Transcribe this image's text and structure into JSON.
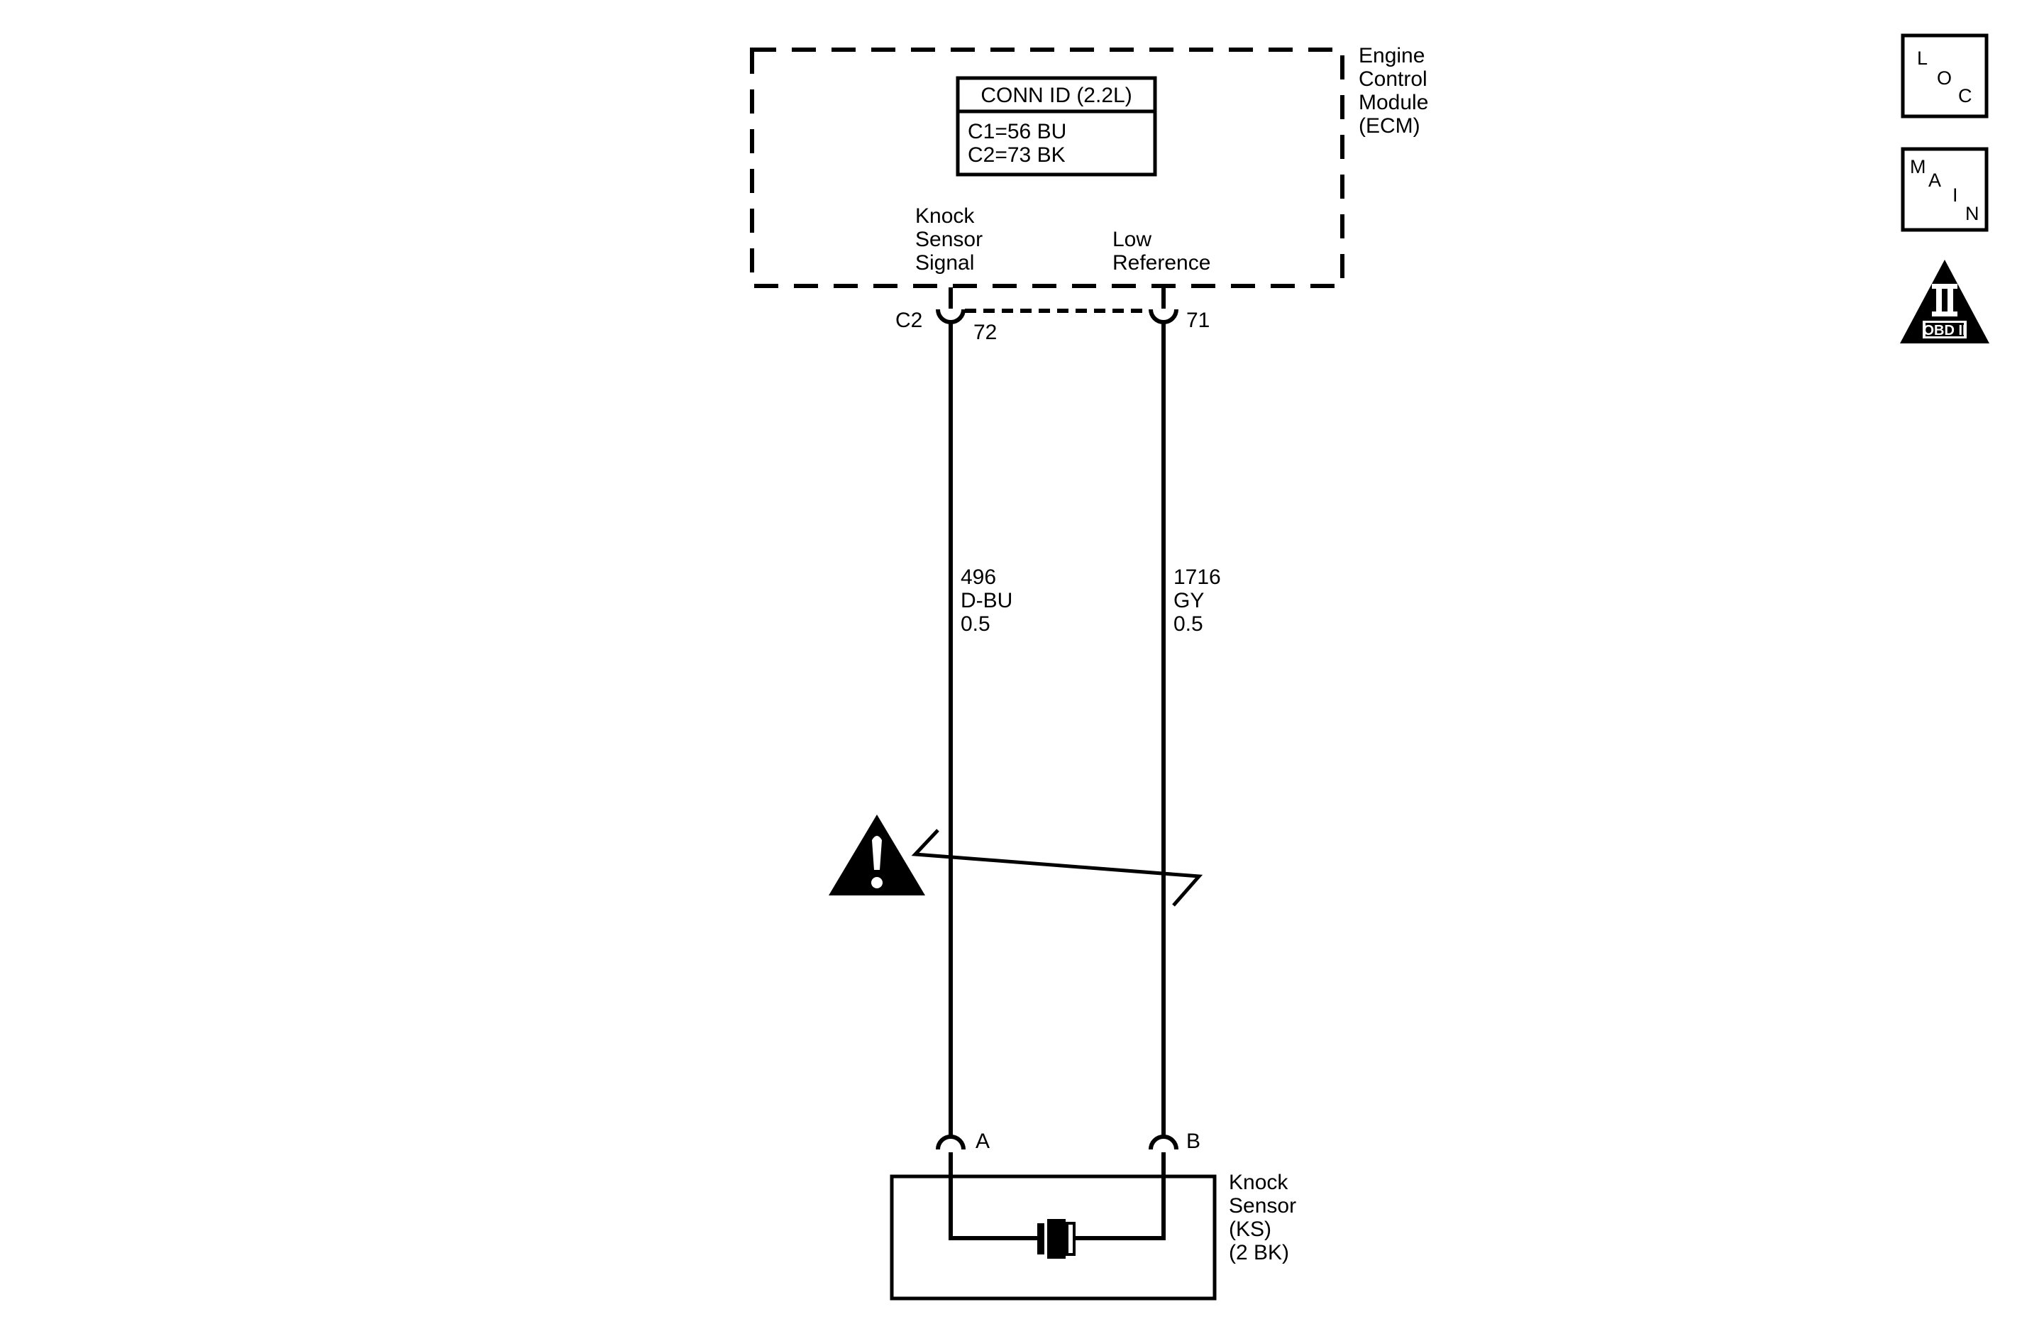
{
  "ecm": {
    "name_lines": [
      "Engine",
      "Control",
      "Module",
      "(ECM)"
    ],
    "conn_id": {
      "title": "CONN ID (2.2L)",
      "lines": [
        "C1=56 BU",
        "C2=73 BK"
      ]
    },
    "signal_label_lines": [
      "Knock",
      "Sensor",
      "Signal"
    ],
    "low_ref_label_lines": [
      "Low",
      "Reference"
    ],
    "connector": "C2",
    "pin_signal": "72",
    "pin_low_ref": "71"
  },
  "wires": {
    "signal": [
      "496",
      "D-BU",
      "0.5"
    ],
    "low_ref": [
      "1716",
      "GY",
      "0.5"
    ]
  },
  "sensor": {
    "name_lines": [
      "Knock",
      "Sensor",
      "(KS)",
      "(2 BK)"
    ],
    "pin_a": "A",
    "pin_b": "B"
  },
  "side_icons": {
    "loc": [
      "L",
      "O",
      "C"
    ],
    "main": [
      "M",
      "A",
      "I",
      "N"
    ],
    "obd": {
      "numeral": "II",
      "label": "OBD II"
    }
  },
  "icons": {
    "caution": "caution-icon",
    "loc": "loc-icon",
    "main": "main-icon",
    "obd": "obd-ii-icon"
  }
}
